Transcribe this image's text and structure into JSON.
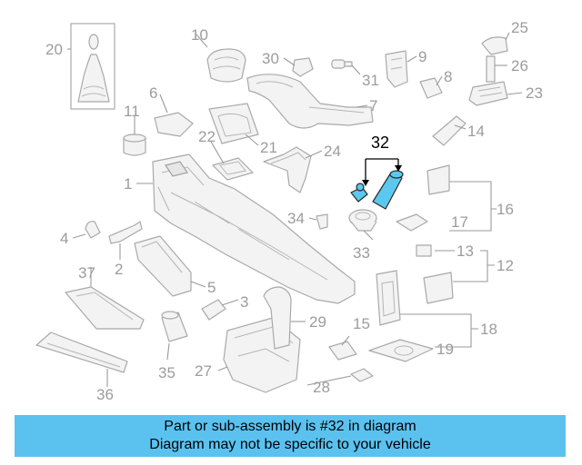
{
  "diagram": {
    "callouts": [
      "1",
      "2",
      "3",
      "4",
      "5",
      "6",
      "7",
      "8",
      "9",
      "10",
      "11",
      "12",
      "13",
      "14",
      "15",
      "16",
      "17",
      "18",
      "19",
      "20",
      "21",
      "22",
      "23",
      "24",
      "25",
      "26",
      "27",
      "28",
      "29",
      "30",
      "31",
      "32",
      "33",
      "34",
      "35",
      "36",
      "37"
    ],
    "highlighted_callout": "32",
    "highlight_color": "#5cc8ef",
    "line_color": "#a9a9a9"
  },
  "banner": {
    "line1": "Part or sub-assembly is #32 in diagram",
    "line2": "Diagram may not be specific to your vehicle",
    "background": "#5bc2f0"
  }
}
